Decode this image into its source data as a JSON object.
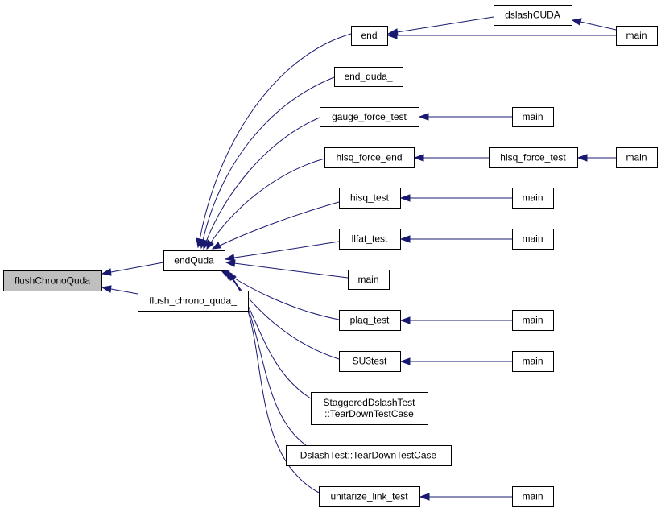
{
  "graph": {
    "colors": {
      "edge": "#191970",
      "node_border": "#000000",
      "node_fill": "#ffffff",
      "root_fill": "#bfbfbf",
      "text": "#000000"
    },
    "nodes": [
      {
        "id": "flushChronoQuda",
        "label": "flushChronoQuda",
        "root": true
      },
      {
        "id": "endQuda",
        "label": "endQuda"
      },
      {
        "id": "flush_chrono_quda_",
        "label": "flush_chrono_quda_"
      },
      {
        "id": "end",
        "label": "end"
      },
      {
        "id": "dslashCUDA",
        "label": "dslashCUDA"
      },
      {
        "id": "main_end",
        "label": "main"
      },
      {
        "id": "end_quda_",
        "label": "end_quda_"
      },
      {
        "id": "gauge_force_test",
        "label": "gauge_force_test"
      },
      {
        "id": "main_gauge",
        "label": "main"
      },
      {
        "id": "hisq_force_end",
        "label": "hisq_force_end"
      },
      {
        "id": "hisq_force_test",
        "label": "hisq_force_test"
      },
      {
        "id": "main_hisqforce",
        "label": "main"
      },
      {
        "id": "hisq_test",
        "label": "hisq_test"
      },
      {
        "id": "main_hisq",
        "label": "main"
      },
      {
        "id": "llfat_test",
        "label": "llfat_test"
      },
      {
        "id": "main_llfat",
        "label": "main"
      },
      {
        "id": "main_direct",
        "label": "main"
      },
      {
        "id": "plaq_test",
        "label": "plaq_test"
      },
      {
        "id": "main_plaq",
        "label": "main"
      },
      {
        "id": "SU3test",
        "label": "SU3test"
      },
      {
        "id": "main_su3",
        "label": "main"
      },
      {
        "id": "staggered_teardown",
        "label": "StaggeredDslashTest\n::TearDownTestCase"
      },
      {
        "id": "dslash_teardown",
        "label": "DslashTest::TearDownTestCase"
      },
      {
        "id": "unitarize_link_test",
        "label": "unitarize_link_test"
      },
      {
        "id": "main_unitarize",
        "label": "main"
      }
    ],
    "edges": [
      {
        "from": "endQuda",
        "to": "flushChronoQuda"
      },
      {
        "from": "flush_chrono_quda_",
        "to": "flushChronoQuda"
      },
      {
        "from": "end",
        "to": "endQuda"
      },
      {
        "from": "end_quda_",
        "to": "endQuda"
      },
      {
        "from": "gauge_force_test",
        "to": "endQuda"
      },
      {
        "from": "hisq_force_end",
        "to": "endQuda"
      },
      {
        "from": "hisq_test",
        "to": "endQuda"
      },
      {
        "from": "llfat_test",
        "to": "endQuda"
      },
      {
        "from": "main_direct",
        "to": "endQuda"
      },
      {
        "from": "plaq_test",
        "to": "endQuda"
      },
      {
        "from": "SU3test",
        "to": "endQuda"
      },
      {
        "from": "staggered_teardown",
        "to": "endQuda"
      },
      {
        "from": "dslash_teardown",
        "to": "endQuda"
      },
      {
        "from": "unitarize_link_test",
        "to": "endQuda"
      },
      {
        "from": "dslashCUDA",
        "to": "end"
      },
      {
        "from": "main_end",
        "to": "end"
      },
      {
        "from": "main_end",
        "to": "dslashCUDA"
      },
      {
        "from": "main_gauge",
        "to": "gauge_force_test"
      },
      {
        "from": "hisq_force_test",
        "to": "hisq_force_end"
      },
      {
        "from": "main_hisqforce",
        "to": "hisq_force_test"
      },
      {
        "from": "main_hisq",
        "to": "hisq_test"
      },
      {
        "from": "main_llfat",
        "to": "llfat_test"
      },
      {
        "from": "main_plaq",
        "to": "plaq_test"
      },
      {
        "from": "main_su3",
        "to": "SU3test"
      },
      {
        "from": "main_unitarize",
        "to": "unitarize_link_test"
      }
    ]
  }
}
